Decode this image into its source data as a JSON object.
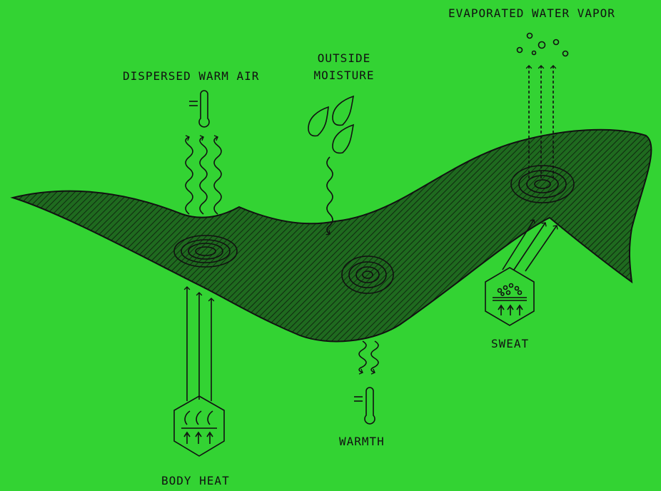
{
  "labels": {
    "evaporated_water_vapor": "EVAPORATED WATER VAPOR",
    "dispersed_warm_air": "DISPERSED WARM AIR",
    "outside_moisture_line1": "OUTSIDE",
    "outside_moisture_line2": "MOISTURE",
    "sweat": "SWEAT",
    "warmth": "WARMTH",
    "body_heat": "BODY HEAT"
  },
  "colors": {
    "background": "#33d333",
    "ink": "#111111",
    "fabric_fill": "#1d5a1d"
  },
  "icons": [
    "thermometer-icon",
    "water-drop-icon",
    "hexagon-body-heat-icon",
    "hexagon-sweat-icon",
    "wavy-arrow-icon",
    "bubble-icon"
  ]
}
